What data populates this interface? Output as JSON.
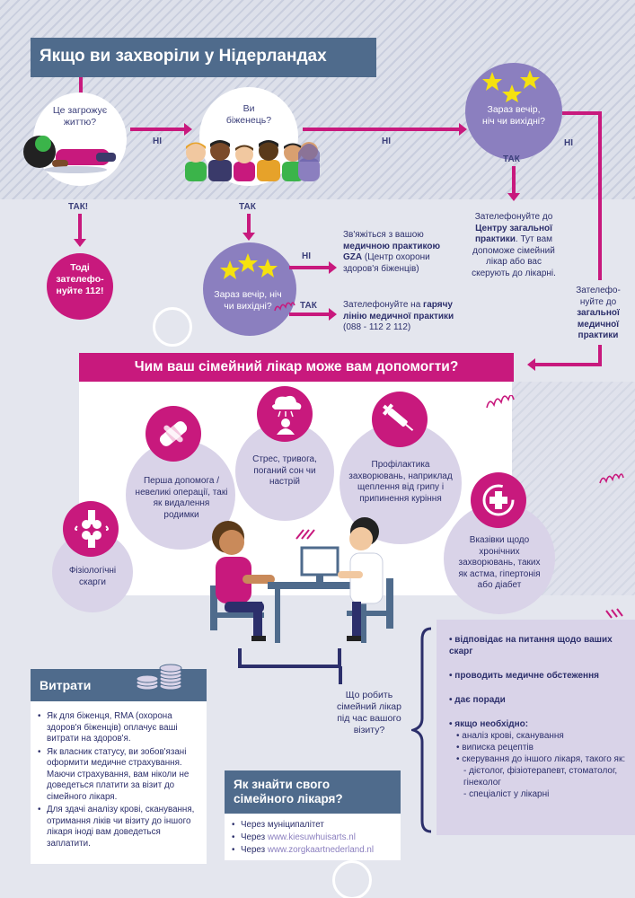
{
  "title": "Якщо ви захворіли у Нідерландах",
  "q_life": "Це загрожує життю?",
  "q_refugee": "Ви біженець?",
  "q_evening_top": "Зараз вечір, ніч чи вихідні?",
  "q_evening_mid": "Зараз вечір, ніч чи вихідні?",
  "no": "НІ",
  "yes": "ТАК",
  "yes_excl": "ТАК!",
  "call_112": "Тоді зателефо-нуйте 112!",
  "gza": {
    "pre": "Зв'яжіться з вашою ",
    "bold": "медичною практикою GZA",
    "post": " (Центр охорони здоров'я біженців)"
  },
  "hotline": {
    "pre": "Зателефонуйте на ",
    "bold": "гарячу лінію медичної практики",
    "phone": "(088 - 112 2 112)"
  },
  "central": {
    "pre": "Зателефонуйте до ",
    "bold": "Центру загальної практики",
    "post": ". Тут вам допоможе сімейний лікар або вас скерують до лікарні."
  },
  "general": {
    "pre": "Зателефо-нуйте до ",
    "bold": "загальної медичної практики"
  },
  "help_title": "Чим ваш сімейний лікар може вам допомогти?",
  "help_items": {
    "first_aid": "Перша допомога / невеликі операції, такі як видалення родимки",
    "stress": "Стрес, тривога, поганий сон чи настрій",
    "prevention": "Профілактика захворювань, наприклад щеплення від грипу і припинення куріння",
    "physio": "Фізіологічні скарги",
    "chronic": "Вказівки щодо хронічних захворювань, таких як астма, гіпертонія або діабет"
  },
  "visit_q": "Що робить сімейний лікар під час вашого візиту?",
  "visit_list": {
    "a": "відповідає на питання щодо ваших скарг",
    "b": "проводить медичне обстеження",
    "c": "дає поради",
    "d": "якщо необхідно:",
    "d1": "аналіз крові, сканування",
    "d2": "виписка рецептів",
    "d3": "скерування до іншого лікаря, такого як:",
    "d3a": "- дієтолог, фізіотерапевт, стоматолог, гінеколог",
    "d3b": "- спеціаліст у лікарні"
  },
  "costs": {
    "title": "Витрати",
    "items": [
      "Як для біженця, RMA (охорона здоров'я біженців) оплачує ваші витрати на здоров'я.",
      "Як власник статусу, ви зобов'язані оформити медичне страхування. Маючи страхування, вам ніколи не доведеться платити за візит до сімейного лікаря.",
      "Для здачі аналізу крові, сканування, отримання ліків чи візиту до іншого лікаря іноді вам доведеться заплатити."
    ]
  },
  "find": {
    "title": "Як знайти свого сімейного лікаря?",
    "i1": "Через муніципалітет",
    "i2_pre": "Через ",
    "i2_link": "www.kiesuwhuisarts.nl",
    "i3_pre": "Через ",
    "i3_link": "www.zorgkaartnederland.nl"
  },
  "colors": {
    "magenta": "#c8197d",
    "navy": "#2c2f6b",
    "slate": "#4f6b8c",
    "lavender": "#8b7fbf",
    "lilac": "#d9d3e8",
    "star": "#f5e10f"
  }
}
